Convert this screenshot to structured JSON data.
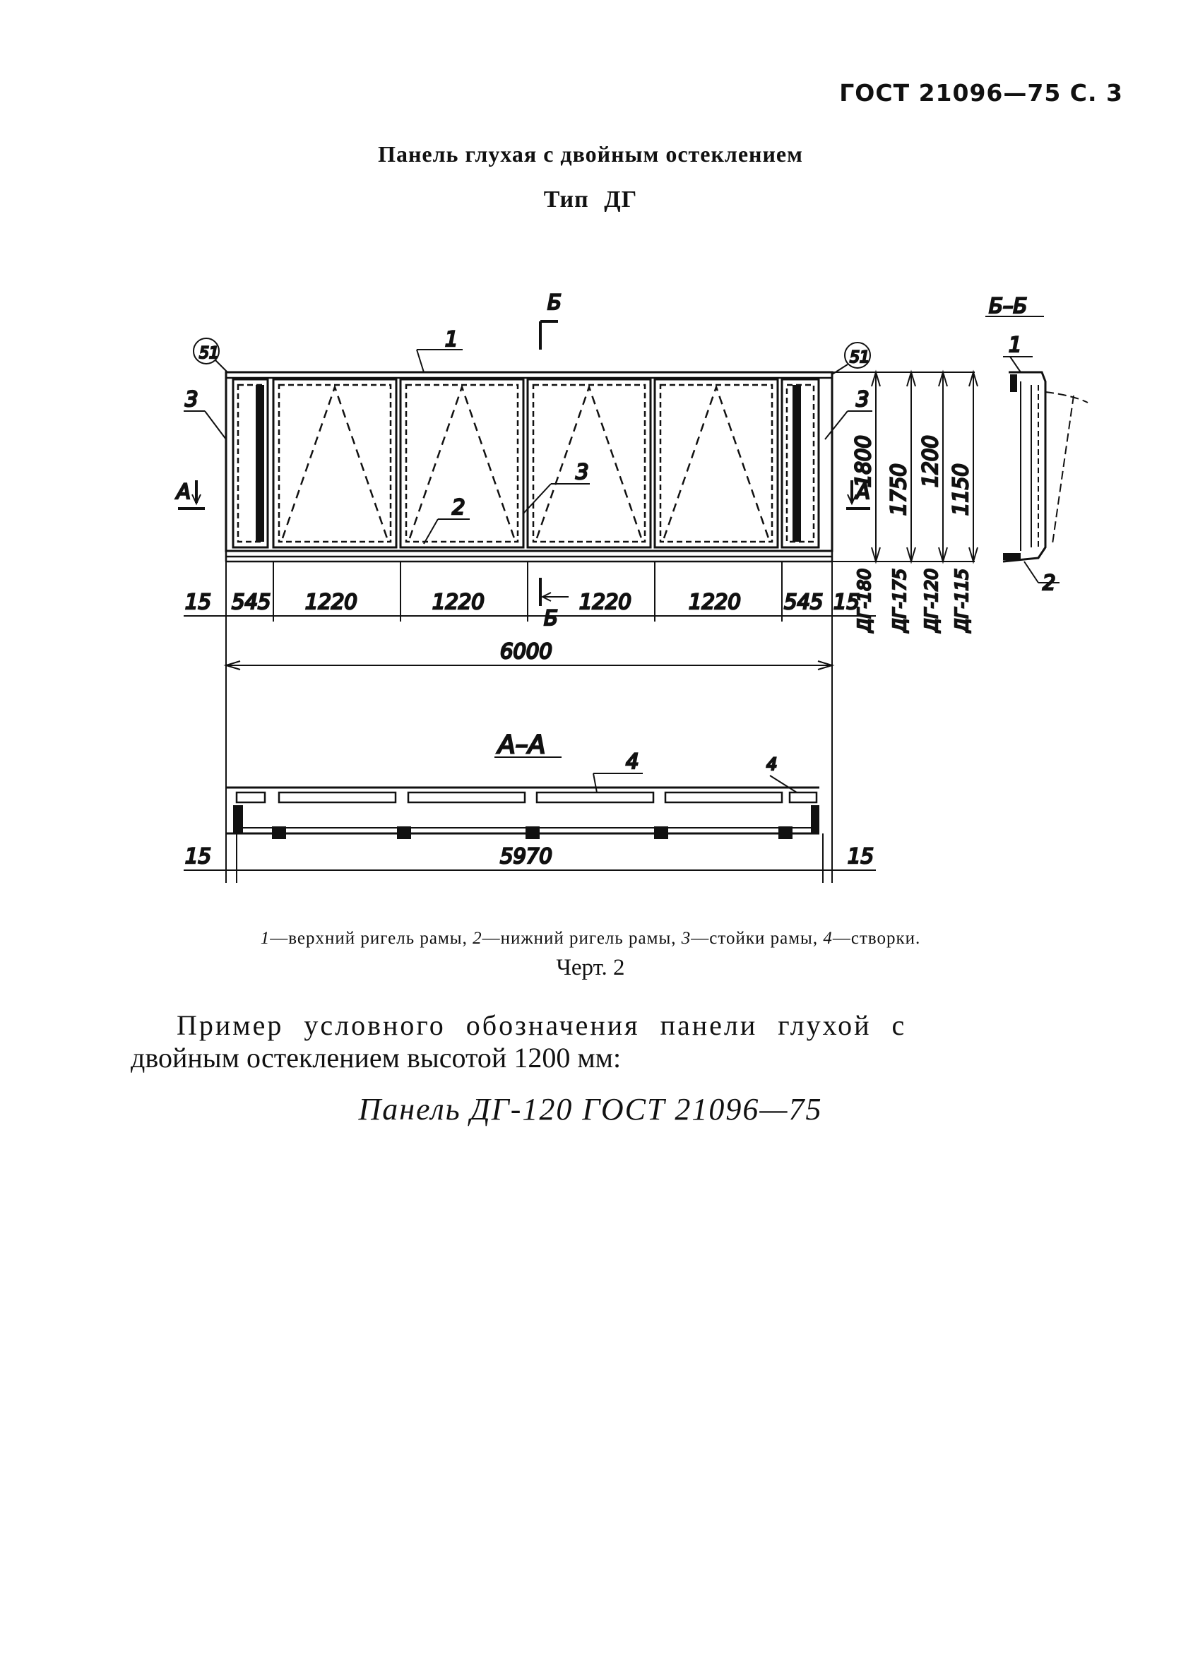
{
  "header": {
    "standard_page": "ГОСТ 21096—75 С. 3"
  },
  "title": {
    "line1": "Панель глухая с двойным остеклением",
    "line2": "Тип ДГ"
  },
  "drawing": {
    "section_labels": {
      "b_cut": "Б",
      "b_section": "Б–Б",
      "a_cut": "А",
      "a_section": "А–А"
    },
    "node_marks": [
      "51",
      "51"
    ],
    "position_numbers": [
      "1",
      "2",
      "3",
      "4"
    ],
    "dims_horizontal": [
      "15",
      "545",
      "1220",
      "1220",
      "1220",
      "1220",
      "545",
      "15"
    ],
    "overall_width": "6000",
    "section_width": "5970",
    "section_edges": [
      "15",
      "15"
    ],
    "dims_vertical": [
      "1800",
      "1750",
      "1200",
      "1150"
    ],
    "type_marks": [
      "ДГ-180",
      "ДГ-175",
      "ДГ-120",
      "ДГ-115"
    ]
  },
  "legend": {
    "items": [
      {
        "num": "1",
        "text": "—верхний ригель рамы, "
      },
      {
        "num": "2",
        "text": "—нижний ригель рамы, "
      },
      {
        "num": "3",
        "text": "—стойки рамы, "
      },
      {
        "num": "4",
        "text": "—створки."
      }
    ]
  },
  "caption": "Черт. 2",
  "example": {
    "intro": "Пример условного обозначения панели глухой с",
    "intro2": "двойным остеклением высотой 1200 мм:",
    "designation": "Панель ДГ-120 ГОСТ 21096—75"
  }
}
